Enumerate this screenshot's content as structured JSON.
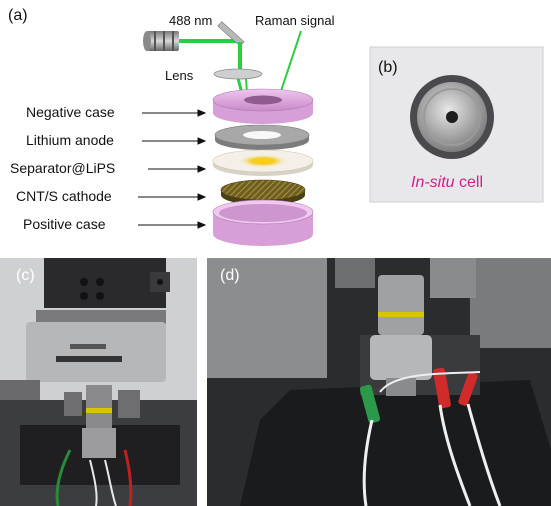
{
  "panel_a": {
    "tag": "(a)",
    "laser_label": "488 nm",
    "signal_label": "Raman signal",
    "lens_label": "Lens",
    "layers": [
      "Negative case",
      "Lithium anode",
      "Separator@LiPS",
      "CNT/S cathode",
      "Positive case"
    ],
    "colors": {
      "laser": "#2ecc40",
      "case": "#e6a8e6",
      "anode": "#9a9a9a",
      "separator": "#f4f0e8",
      "cathode": "#7a6a2a",
      "lips": "#f5c400"
    }
  },
  "panel_b": {
    "tag": "(b)",
    "caption_italic": "In-situ",
    "caption_rest": " cell",
    "caption_color": "#d0208a"
  },
  "panel_c": {
    "tag": "(c)"
  },
  "panel_d": {
    "tag": "(d)"
  }
}
